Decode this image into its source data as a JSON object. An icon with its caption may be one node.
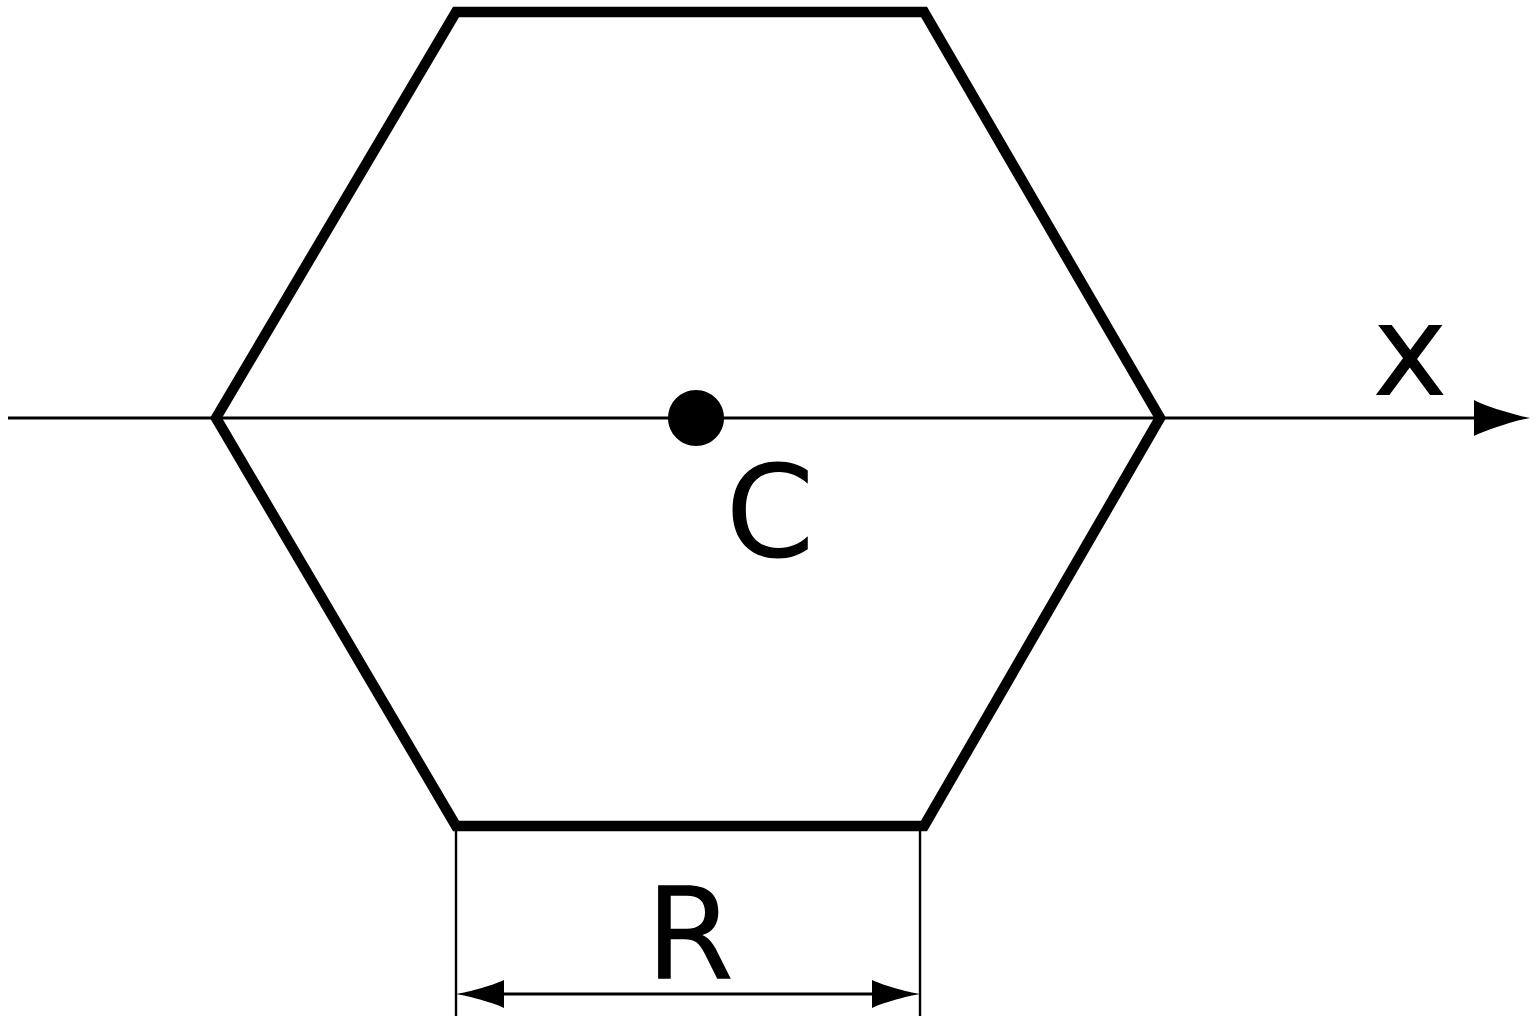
{
  "diagram": {
    "labels": [
      "x",
      "C",
      "R"
    ]
  }
}
